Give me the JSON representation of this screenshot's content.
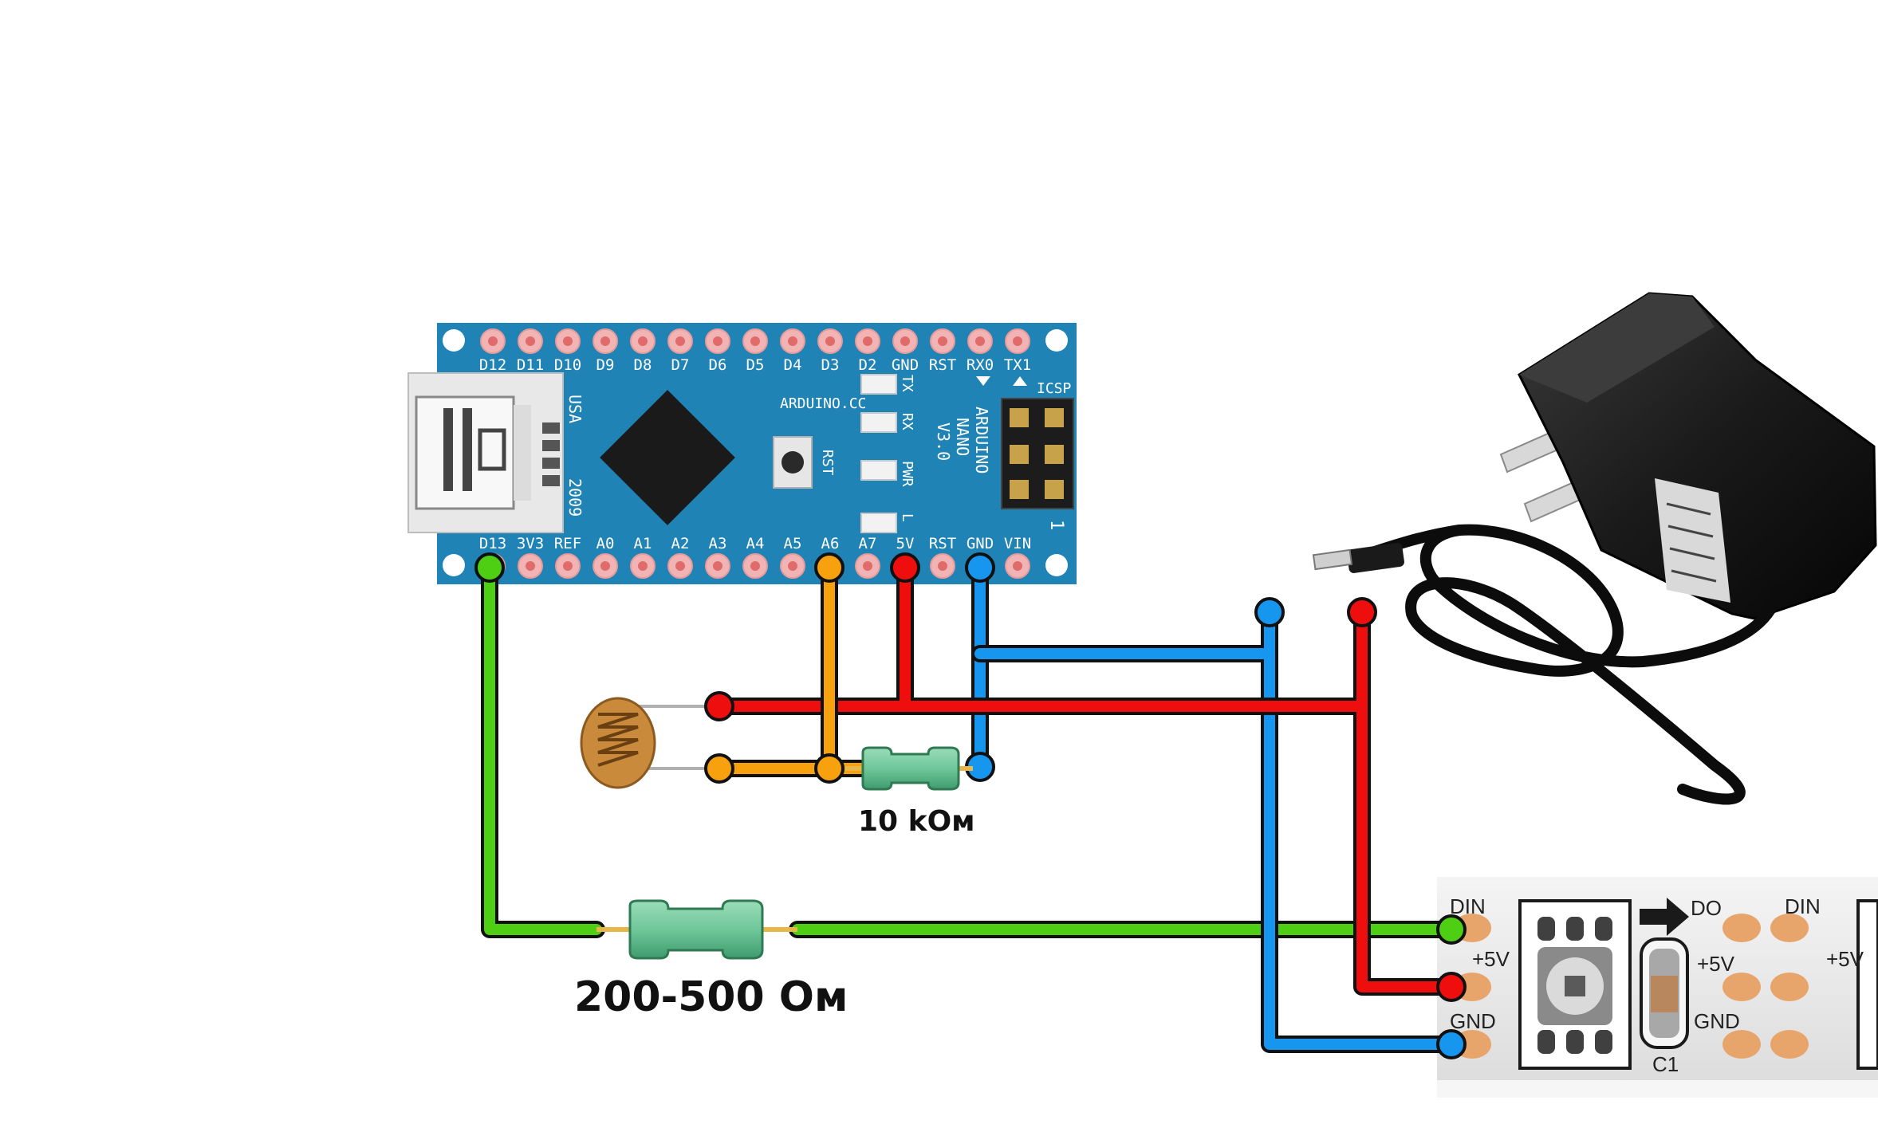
{
  "board": {
    "top_pins": [
      "D12",
      "D11",
      "D10",
      "D9",
      "D8",
      "D7",
      "D6",
      "D5",
      "D4",
      "D3",
      "D2",
      "GND",
      "RST",
      "RX0",
      "TX1"
    ],
    "bottom_pins": [
      "D13",
      "3V3",
      "REF",
      "A0",
      "A1",
      "A2",
      "A3",
      "A4",
      "A5",
      "A6",
      "A7",
      "5V",
      "RST",
      "GND",
      "VIN"
    ],
    "usa": "USA",
    "year": "2009",
    "site": "ARDUINO.CC",
    "name_lines": [
      "ARDUINO",
      "NANO",
      "V3.0"
    ],
    "led_labels": [
      "TX",
      "RX",
      "PWR",
      "L"
    ],
    "rst": "RST",
    "icsp": "ICSP",
    "icsp_marker": "1"
  },
  "resistor_small": {
    "label": "10 kOм"
  },
  "resistor_large": {
    "label": "200-500 Oм"
  },
  "led_strip": {
    "left_labels": [
      "DIN",
      "+5V",
      "GND"
    ],
    "arrow_label": "DO",
    "right_labels": [
      "DIN",
      "+5V",
      "GND"
    ],
    "far_label": "+5V",
    "capacitor": "C1"
  },
  "colors": {
    "board": "#1f83b5",
    "wire_green": "#4fcf14",
    "wire_red": "#ee0e0e",
    "wire_blue": "#1796f0",
    "wire_orange": "#f7a10f",
    "resistor_body": "#6fc79a",
    "outline": "#111111"
  }
}
